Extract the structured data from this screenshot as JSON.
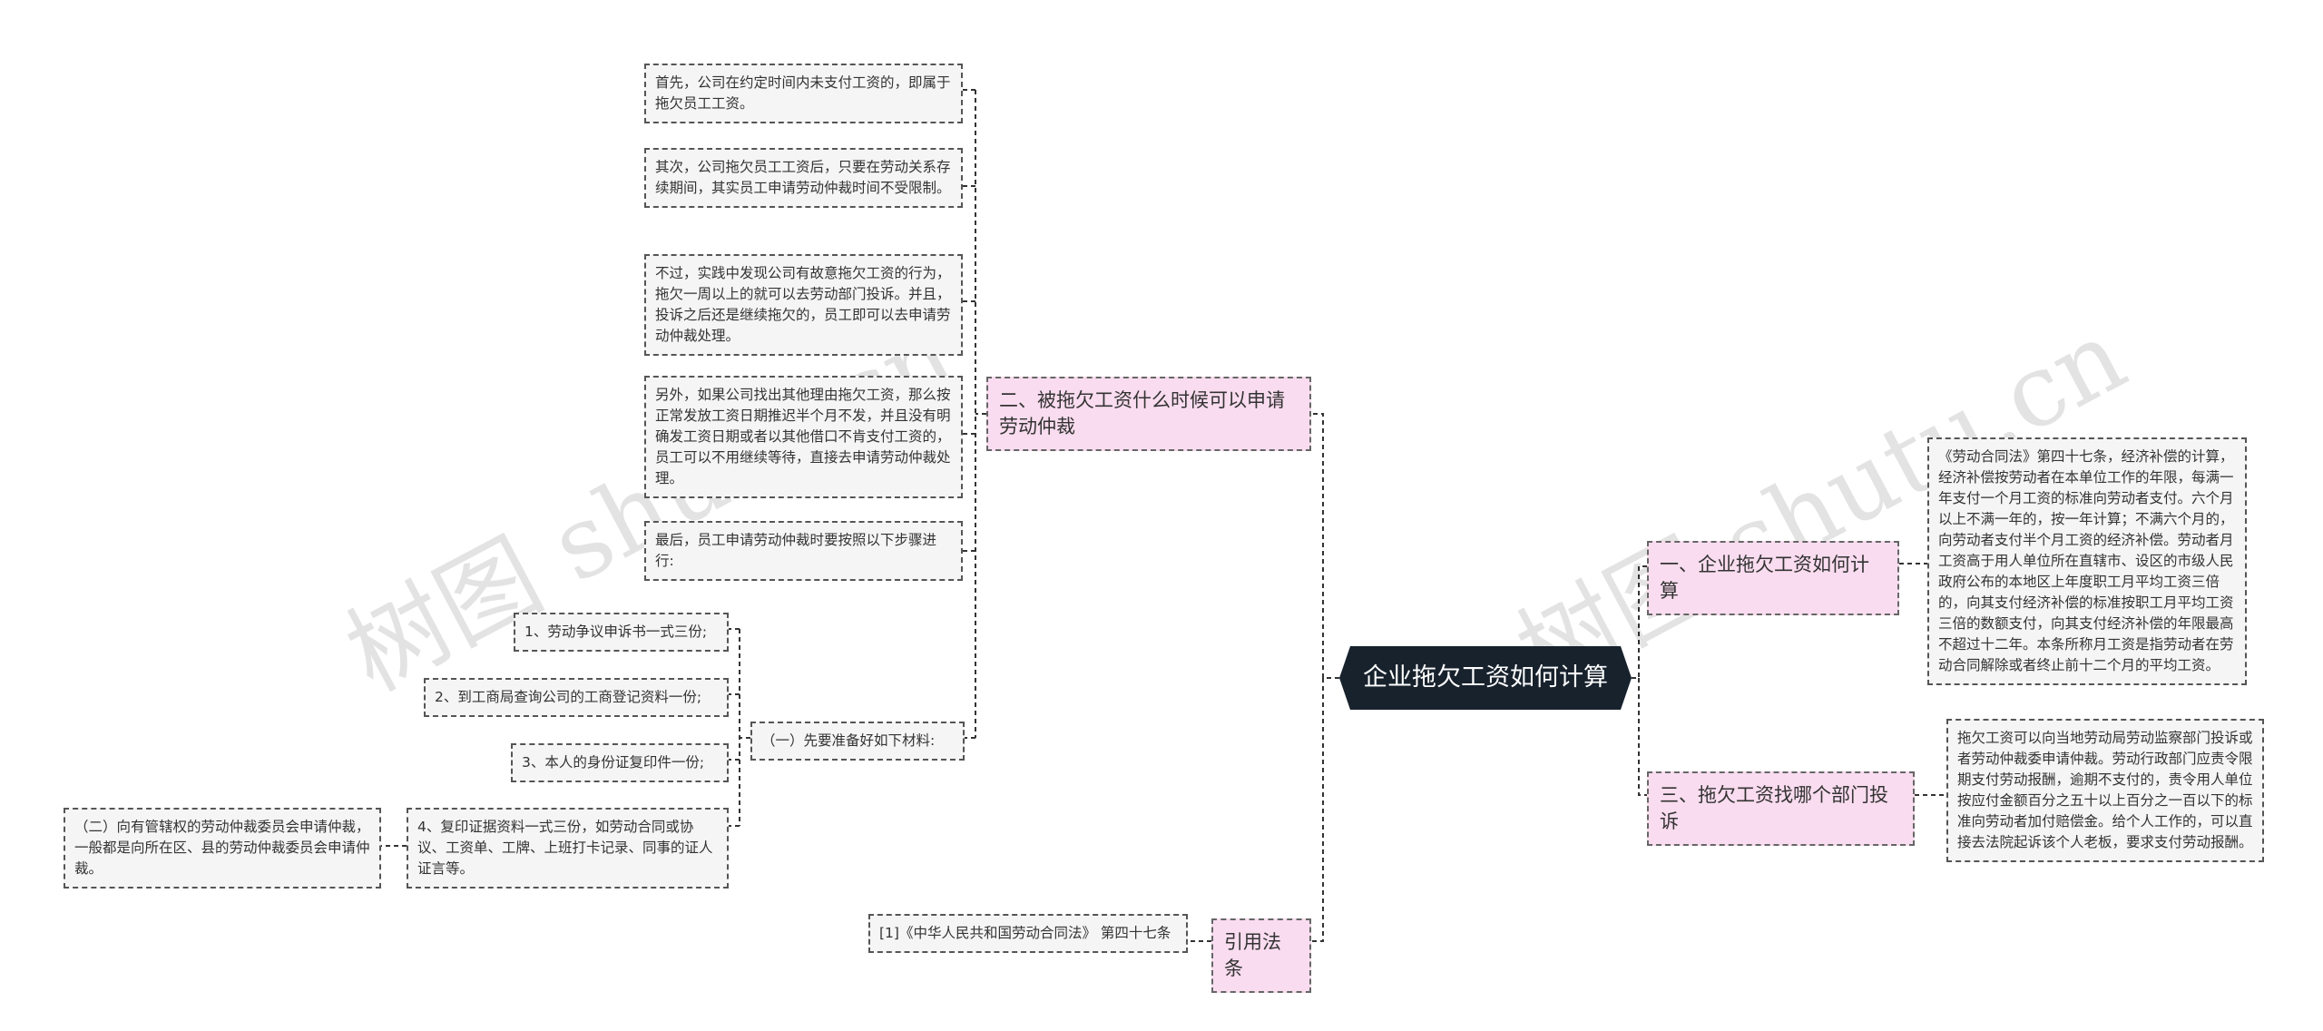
{
  "root": {
    "title": "企业拖欠工资如何计算"
  },
  "branches": {
    "b1": {
      "label": "一、企业拖欠工资如何计算"
    },
    "b2": {
      "label": "二、被拖欠工资什么时候可以申请劳动仲裁"
    },
    "b3": {
      "label": "三、拖欠工资找哪个部门投诉"
    },
    "b4": {
      "label": "引用法条"
    }
  },
  "leaves": {
    "b1_text": "《劳动合同法》第四十七条，经济补偿的计算，经济补偿按劳动者在本单位工作的年限，每满一年支付一个月工资的标准向劳动者支付。六个月以上不满一年的，按一年计算；不满六个月的，向劳动者支付半个月工资的经济补偿。劳动者月工资高于用人单位所在直辖市、设区的市级人民政府公布的本地区上年度职工月平均工资三倍的，向其支付经济补偿的标准按职工月平均工资三倍的数额支付，向其支付经济补偿的年限最高不超过十二年。本条所称月工资是指劳动者在劳动合同解除或者终止前十二个月的平均工资。",
    "b3_text": "拖欠工资可以向当地劳动局劳动监察部门投诉或者劳动仲裁委申请仲裁。劳动行政部门应责令限期支付劳动报酬，逾期不支付的，责令用人单位按应付金额百分之五十以上百分之一百以下的标准向劳动者加付赔偿金。给个人工作的，可以直接去法院起诉该个人老板，要求支付劳动报酬。",
    "b2_1": "首先，公司在约定时间内未支付工资的，即属于拖欠员工工资。",
    "b2_2": "其次，公司拖欠员工工资后，只要在劳动关系存续期间，其实员工申请劳动仲裁时间不受限制。",
    "b2_3": "不过，实践中发现公司有故意拖欠工资的行为，拖欠一周以上的就可以去劳动部门投诉。并且，投诉之后还是继续拖欠的，员工即可以去申请劳动仲裁处理。",
    "b2_4": "另外，如果公司找出其他理由拖欠工资，那么按正常发放工资日期推迟半个月不发，并且没有明确发工资日期或者以其他借口不肯支付工资的，员工可以不用继续等待，直接去申请劳动仲裁处理。",
    "b2_5": "最后，员工申请劳动仲裁时要按照以下步骤进行:",
    "b2_6": "（一）先要准备好如下材料:",
    "m1": "1、劳动争议申诉书一式三份;",
    "m2": "2、到工商局查询公司的工商登记资料一份;",
    "m3": "3、本人的身份证复印件一份;",
    "m4": "4、复印证据资料一式三份，如劳动合同或协议、工资单、工牌、上班打卡记录、同事的证人证言等。",
    "m4_sub": "（二）向有管辖权的劳动仲裁委员会申请仲裁，一般都是向所在区、县的劳动仲裁委员会申请仲裁。",
    "b4_text": "[1]《中华人民共和国劳动合同法》 第四十七条"
  },
  "watermark": {
    "text": "树图 shutu.cn"
  },
  "colors": {
    "root_bg": "#17222d",
    "branch_bg": "#f9dcef",
    "leaf_bg": "#f5f5f5",
    "line": "#333333"
  }
}
